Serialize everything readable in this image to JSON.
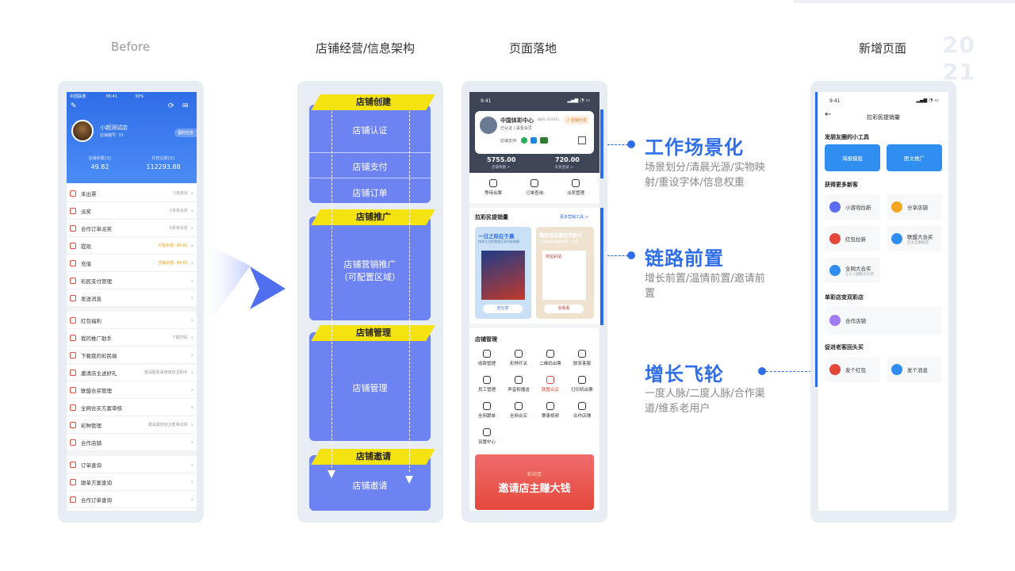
{
  "year": {
    "line1": "20",
    "line2": "21"
  },
  "columns": {
    "before": "Before",
    "architecture": "店铺经营/信息架构",
    "landing": "页面落地",
    "new_page": "新增页面"
  },
  "before_phone": {
    "carrier": "中国联通",
    "time": "06:41",
    "battery": "30%",
    "user_name": "小超测试店",
    "shop_no": "店铺编号: 35",
    "badge": "福利任务",
    "stat1_label": "店铺余额(元)",
    "stat1_value": "49.82",
    "stat2_label": "托管总额(元)",
    "stat2_value": "112293.88",
    "group1": [
      {
        "label": "未出票",
        "right": "1单未出"
      },
      {
        "label": "派奖",
        "right": "1单未派奖"
      },
      {
        "label": "合作订单派奖",
        "right": "0单未派奖"
      },
      {
        "label": "提现",
        "right": "可提余额: 49.82"
      },
      {
        "label": "充值",
        "right": "店铺余额: 49.82"
      },
      {
        "label": "彩民支付管理",
        "right": ""
      },
      {
        "label": "发送消息",
        "right": ""
      }
    ],
    "group2": [
      {
        "label": "红包福利",
        "right": ""
      },
      {
        "label": "我的推广助手",
        "right": "下载扫码"
      },
      {
        "label": "下载我的彩民端",
        "right": ""
      },
      {
        "label": "邀请店主送好礼",
        "right": "邀请朋友来使用店主助手"
      },
      {
        "label": "联盟合买管理",
        "right": ""
      },
      {
        "label": "全网合买方案审核",
        "right": ""
      },
      {
        "label": "彩种管理",
        "right": "邀请其他店主帮我出票"
      },
      {
        "label": "合作店铺",
        "right": ""
      }
    ],
    "group3": [
      {
        "label": "订单查询",
        "right": ""
      },
      {
        "label": "跟单方案查询",
        "right": ""
      },
      {
        "label": "合作订单查询",
        "right": ""
      }
    ]
  },
  "architecture": {
    "tag1": "店铺创建",
    "items1": [
      "店铺认证",
      "店铺支付",
      "店铺订单"
    ],
    "tag2": "店铺推广",
    "item2_line1": "店铺营销推广",
    "item2_line2": "（可配置区域）",
    "tag3": "店铺管理",
    "item3": "店铺管理",
    "tag4": "店铺邀请",
    "item4": "店铺邀请"
  },
  "landing_phone": {
    "time": "9:41",
    "center_name": "中国体彩中心",
    "center_no": "(编号 81485)",
    "verified": "已认证 | 黑金会员",
    "share": "店铺分享",
    "pay_label": "店铺支持:",
    "stat1_value": "5755.00",
    "stat1_label": "店铺余额 >",
    "stat2_value": "720.00",
    "stat2_label": "彩民登录 >",
    "quick": [
      "等待出票",
      "订单查询",
      "派奖管理"
    ],
    "promo_title": "拉彩民提销量",
    "promo_more": "更多营销工具 >",
    "poster1_title": "一日之际在于晨",
    "poster1_sub": "快来九点前和我分享早安故事",
    "poster1_btn": "去分享",
    "poster2_title": "微信朋友圈宣传技巧",
    "poster2_sub": "让您看着店铺朋友圈 小技巧",
    "poster2_brand": "阿宝彩站",
    "poster2_btn": "去看看",
    "manage_title": "店铺管理",
    "manage_items": [
      "收款管理",
      "彩种开关",
      "二维码出票",
      "联系客服",
      "员工管理",
      "声音和播送",
      "联盟合买",
      "打印机出票",
      "全网跟单",
      "全网合买",
      "赛事视频",
      "合作店铺",
      "设置中心"
    ],
    "banner_brand": "彩站宝",
    "banner_text": "邀请店主赚大钱"
  },
  "annotations": [
    {
      "title": "工作场景化",
      "desc_line1": "场景划分/清晨光源/实物映",
      "desc_line2": "射/重设字体/信息权重"
    },
    {
      "title": "链路前置",
      "desc_line1": "增长前置/温情前置/邀请前",
      "desc_line2": "置"
    },
    {
      "title": "增长飞轮",
      "desc_line1": "一度人脉/二度人脉/合作渠",
      "desc_line2": "道/维系老用户"
    }
  ],
  "new_page": {
    "time": "9:41",
    "title": "拉彩民提销量",
    "sec1": "发朋友圈的小工具",
    "btn1": "海报模版",
    "btn2": "图文推广",
    "sec2": "获得更多新客",
    "cards2": [
      {
        "label": "小游戏拉新",
        "sub": ""
      },
      {
        "label": "分享店铺",
        "sub": ""
      },
      {
        "label": "红包拉新",
        "sub": ""
      },
      {
        "label": "联盟大合买",
        "sub": "店主互惠联盟"
      },
      {
        "label": "全网大合买",
        "sub": "让人人都能买大奖"
      }
    ],
    "sec3": "单彩店变双彩店",
    "card3": "合作店铺",
    "sec4": "促进老客回头买",
    "cards4": [
      {
        "label": "发个红包"
      },
      {
        "label": "发个消息"
      }
    ]
  }
}
